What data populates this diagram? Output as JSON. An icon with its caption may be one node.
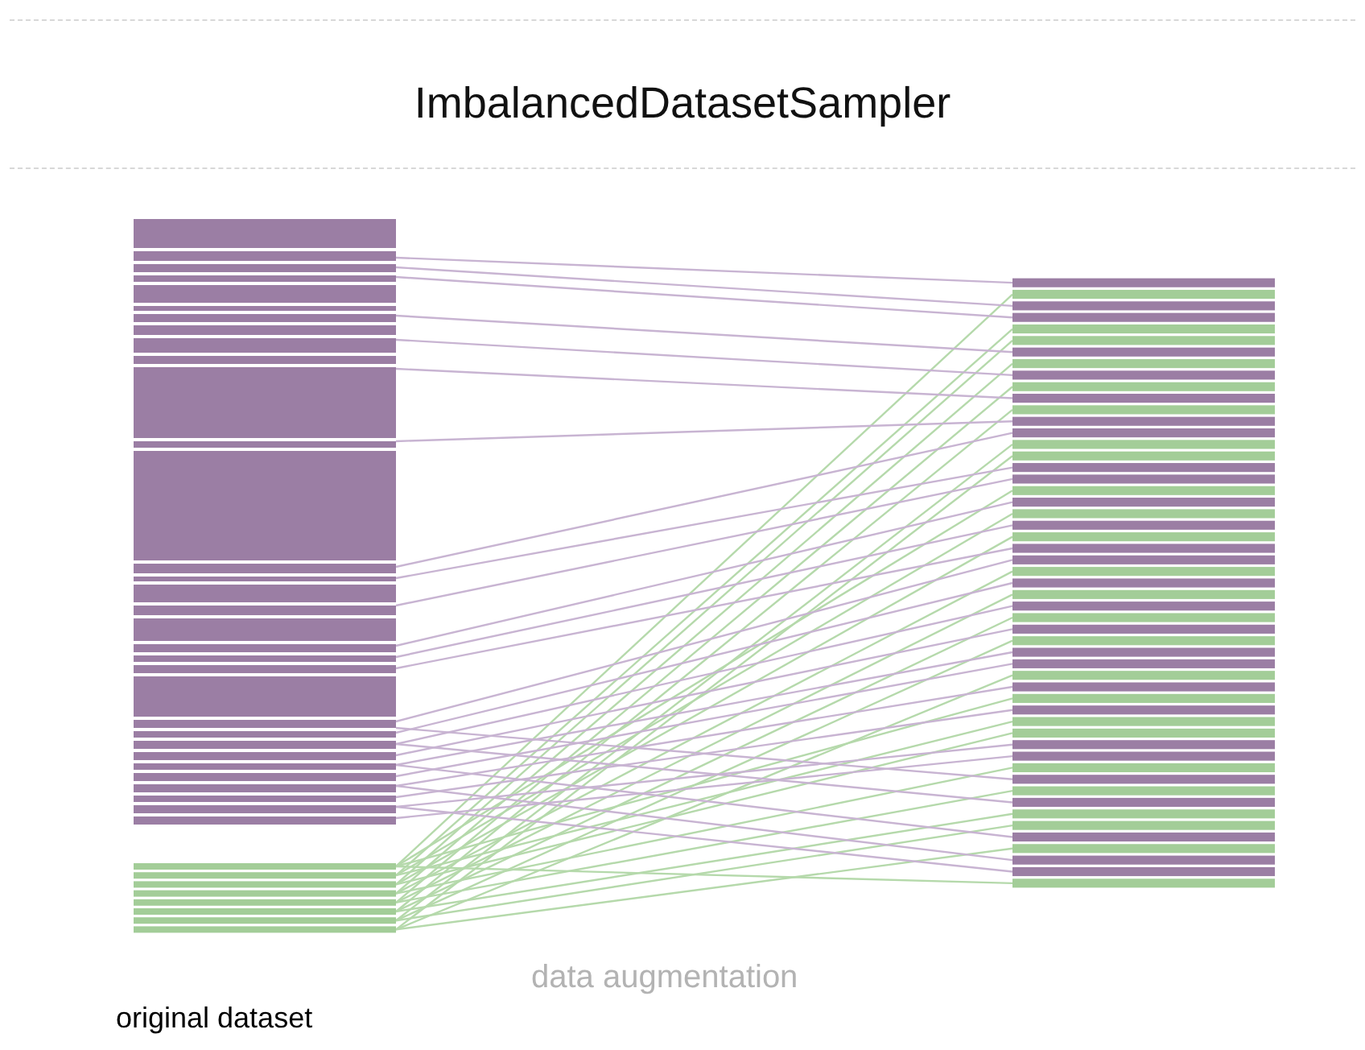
{
  "diagram": {
    "title": "ImbalancedDatasetSampler",
    "nodes": [
      {
        "text": [],
        "shape": "bar"
      },
      {
        "text": [],
        "shape": "bar",
        "beside": [
          "original dataset"
        ]
      },
      {
        "text": [],
        "shape": "bar"
      }
    ],
    "edges": [
      {
        "from": 0,
        "to": 2,
        "arrow": "none",
        "color": "#c8b4d2"
      },
      {
        "from": 1,
        "to": 2,
        "arrow": "none",
        "color": "#b5d9ab"
      },
      {
        "from": 0,
        "to": 2,
        "arrow": "none",
        "color": "#c8b4d2"
      },
      {
        "from": 0,
        "to": 2,
        "arrow": "none",
        "color": "#c8b4d2"
      },
      {
        "from": 1,
        "to": 2,
        "arrow": "none",
        "color": "#b5d9ab"
      },
      {
        "from": 1,
        "to": 2,
        "arrow": "none",
        "color": "#b5d9ab"
      },
      {
        "from": 0,
        "to": 2,
        "arrow": "none",
        "color": "#c8b4d2"
      },
      {
        "from": 1,
        "to": 2,
        "arrow": "none",
        "color": "#b5d9ab"
      },
      {
        "from": 0,
        "to": 2,
        "arrow": "none",
        "color": "#c8b4d2"
      },
      {
        "from": 1,
        "to": 2,
        "arrow": "none",
        "color": "#b5d9ab"
      },
      {
        "from": 0,
        "to": 2,
        "arrow": "none",
        "color": "#c8b4d2"
      },
      {
        "from": 1,
        "to": 2,
        "arrow": "none",
        "color": "#b5d9ab"
      },
      {
        "from": 0,
        "to": 2,
        "arrow": "none",
        "color": "#c8b4d2"
      },
      {
        "from": 0,
        "to": 2,
        "arrow": "none",
        "color": "#c8b4d2"
      },
      {
        "from": 1,
        "to": 2,
        "arrow": "none",
        "color": "#b5d9ab"
      },
      {
        "from": 1,
        "to": 2,
        "arrow": "none",
        "color": "#b5d9ab"
      },
      {
        "from": 0,
        "to": 2,
        "arrow": "none",
        "color": "#c8b4d2"
      },
      {
        "from": 0,
        "to": 2,
        "arrow": "none",
        "color": "#c8b4d2"
      },
      {
        "from": 1,
        "to": 2,
        "arrow": "none",
        "color": "#b5d9ab"
      },
      {
        "from": 0,
        "to": 2,
        "arrow": "none",
        "color": "#c8b4d2"
      },
      {
        "from": 1,
        "to": 2,
        "arrow": "none",
        "color": "#b5d9ab"
      },
      {
        "from": 0,
        "to": 2,
        "arrow": "none",
        "color": "#c8b4d2"
      },
      {
        "from": 1,
        "to": 2,
        "arrow": "none",
        "color": "#b5d9ab"
      },
      {
        "from": 0,
        "to": 2,
        "arrow": "none",
        "color": "#c8b4d2"
      },
      {
        "from": 0,
        "to": 2,
        "arrow": "none",
        "color": "#c8b4d2"
      },
      {
        "from": 1,
        "to": 2,
        "arrow": "none",
        "color": "#b5d9ab"
      },
      {
        "from": 0,
        "to": 2,
        "arrow": "none",
        "color": "#c8b4d2"
      },
      {
        "from": 1,
        "to": 2,
        "arrow": "none",
        "color": "#b5d9ab"
      },
      {
        "from": 0,
        "to": 2,
        "arrow": "none",
        "color": "#c8b4d2"
      },
      {
        "from": 1,
        "to": 2,
        "arrow": "none",
        "color": "#b5d9ab"
      },
      {
        "from": 0,
        "to": 2,
        "arrow": "none",
        "color": "#c8b4d2"
      },
      {
        "from": 1,
        "to": 2,
        "arrow": "none",
        "color": "#b5d9ab"
      },
      {
        "from": 0,
        "to": 2,
        "arrow": "none",
        "color": "#c8b4d2"
      },
      {
        "from": 0,
        "to": 2,
        "arrow": "none",
        "color": "#c8b4d2"
      },
      {
        "from": 1,
        "to": 2,
        "arrow": "none",
        "color": "#b5d9ab"
      },
      {
        "from": 0,
        "to": 2,
        "arrow": "none",
        "color": "#c8b4d2"
      },
      {
        "from": 1,
        "to": 2,
        "arrow": "none",
        "color": "#b5d9ab"
      },
      {
        "from": 0,
        "to": 2,
        "arrow": "none",
        "color": "#c8b4d2"
      },
      {
        "from": 1,
        "to": 2,
        "arrow": "none",
        "color": "#b5d9ab"
      },
      {
        "from": 1,
        "to": 2,
        "arrow": "none",
        "color": "#b5d9ab"
      },
      {
        "from": 0,
        "to": 2,
        "arrow": "none",
        "color": "#c8b4d2"
      },
      {
        "from": 0,
        "to": 2,
        "arrow": "none",
        "color": "#c8b4d2"
      },
      {
        "from": 1,
        "to": 2,
        "arrow": "none",
        "color": "#b5d9ab"
      },
      {
        "from": 0,
        "to": 2,
        "arrow": "none",
        "color": "#c8b4d2"
      },
      {
        "from": 1,
        "to": 2,
        "arrow": "none",
        "color": "#b5d9ab"
      },
      {
        "from": 0,
        "to": 2,
        "arrow": "none",
        "color": "#c8b4d2"
      },
      {
        "from": 1,
        "to": 2,
        "arrow": "none",
        "color": "#b5d9ab"
      },
      {
        "from": 1,
        "to": 2,
        "arrow": "none",
        "color": "#b5d9ab"
      },
      {
        "from": 0,
        "to": 2,
        "arrow": "none",
        "color": "#c8b4d2"
      },
      {
        "from": 1,
        "to": 2,
        "arrow": "none",
        "color": "#b5d9ab"
      },
      {
        "from": 0,
        "to": 2,
        "arrow": "none",
        "color": "#c8b4d2"
      },
      {
        "from": 0,
        "to": 2,
        "arrow": "none",
        "color": "#c8b4d2"
      },
      {
        "from": 1,
        "to": 2,
        "arrow": "none",
        "color": "#b5d9ab"
      }
    ],
    "labels": [
      "data augmentation"
    ]
  }
}
